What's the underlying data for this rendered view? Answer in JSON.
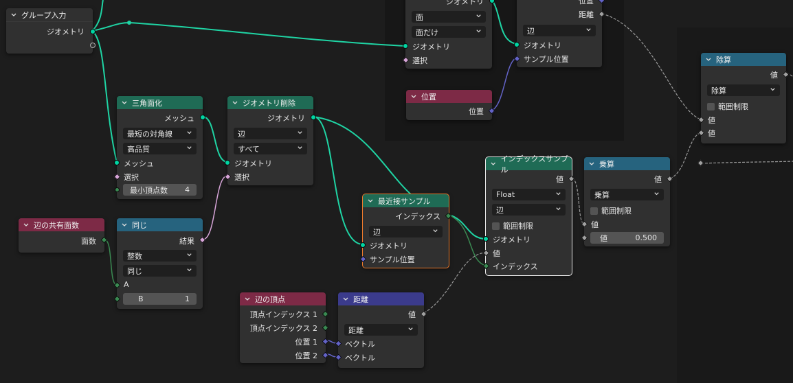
{
  "group_input": {
    "title": "グループ入力",
    "geometry": "ジオメトリ"
  },
  "triangulate": {
    "title": "三角面化",
    "out_mesh": "メッシュ",
    "quad_method": "最短の対角線",
    "ngon_method": "高品質",
    "in_mesh": "メッシュ",
    "selection": "選択",
    "min_vertices_label": "最小頂点数",
    "min_vertices_value": "4"
  },
  "delete_geometry": {
    "title": "ジオメトリ削除",
    "out_geometry": "ジオメトリ",
    "domain": "辺",
    "mode": "すべて",
    "in_geometry": "ジオメトリ",
    "selection": "選択"
  },
  "edge_neighbors": {
    "title": "辺の共有面数",
    "face_count": "面数"
  },
  "compare": {
    "title": "同じ",
    "result": "結果",
    "data_type": "整数",
    "operation": "同じ",
    "a": "A",
    "b_label": "B",
    "b_value": "1"
  },
  "sample_nearest": {
    "title": "最近接サンプル",
    "index": "インデックス",
    "domain": "辺",
    "geometry": "ジオメトリ",
    "sample_position": "サンプル位置"
  },
  "sample_index": {
    "title": "インデックスサンプル",
    "value_out": "値",
    "data_type": "Float",
    "domain": "辺",
    "clamp": "範囲制限",
    "geometry": "ジオメトリ",
    "value_in": "値",
    "index": "インデックス"
  },
  "multiply": {
    "title": "乗算",
    "value_out": "値",
    "operation": "乗算",
    "clamp": "範囲制限",
    "value1": "値",
    "value2_label": "値",
    "value2_value": "0.500"
  },
  "edge_vertices": {
    "title": "辺の頂点",
    "v_index1": "頂点インデックス 1",
    "v_index2": "頂点インデックス 2",
    "pos1": "位置 1",
    "pos2": "位置 2"
  },
  "distance": {
    "title": "距離",
    "value_out": "値",
    "operation": "距離",
    "vec1": "ベクトル",
    "vec2": "ベクトル"
  },
  "top_mid": {
    "geometry_out": "ジオメトリ",
    "domain": "面",
    "mode": "面だけ",
    "geometry_in": "ジオメトリ",
    "selection": "選択"
  },
  "position": {
    "title": "位置",
    "out": "位置"
  },
  "top_right": {
    "pos_out": "位置",
    "distance": "距離",
    "domain": "辺",
    "geometry": "ジオメトリ",
    "sample_position": "サンプル位置"
  },
  "divide": {
    "title": "除算",
    "value_out": "値",
    "operation": "除算",
    "clamp": "範囲制限",
    "value1": "値",
    "value2": "値"
  },
  "colors": {
    "geometry_link": "#1fd4a4",
    "float_link": "#9a9a9a",
    "vector_link": "#6363c7",
    "bool_link": "#d7a5d8",
    "int_link": "#3a8a52",
    "selected_active": "#ec7a2c"
  }
}
